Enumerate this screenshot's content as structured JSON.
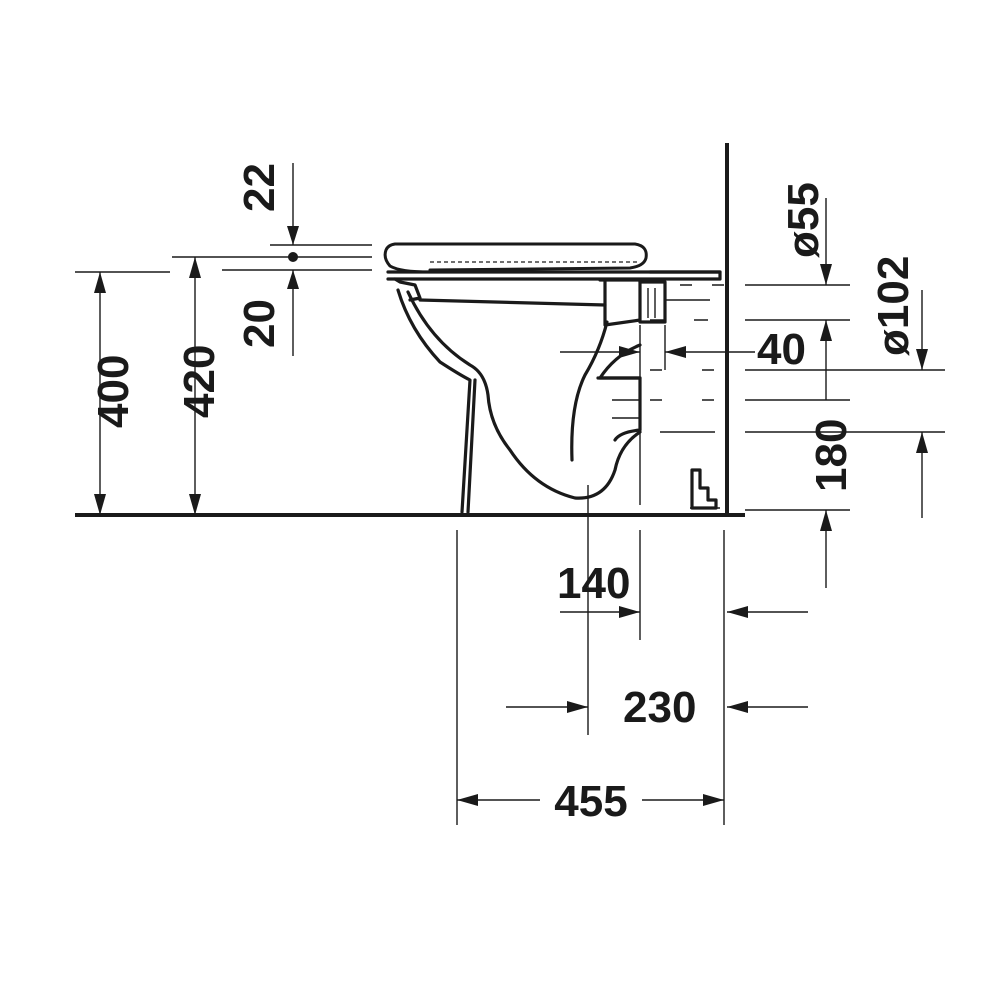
{
  "drawing": {
    "dimensions": {
      "d22": "22",
      "d20": "20",
      "d400": "400",
      "d420": "420",
      "dia55": "ø55",
      "dia102": "ø102",
      "d40": "40",
      "d180": "180",
      "d140": "140",
      "d230": "230",
      "d455": "455"
    }
  }
}
